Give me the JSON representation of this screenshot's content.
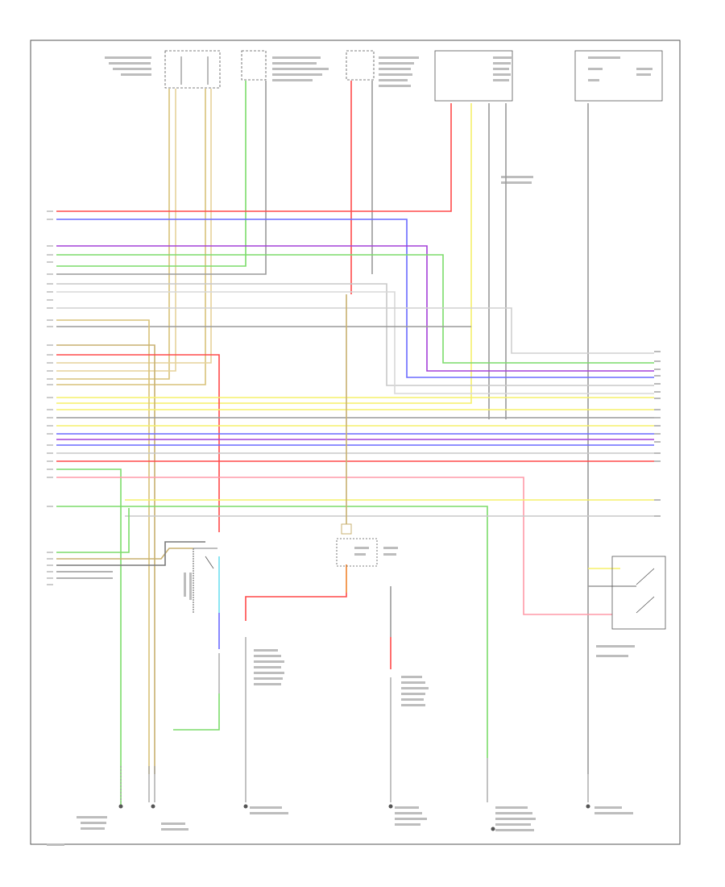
{
  "diagram": {
    "footer_code": "",
    "ground_points": [
      {
        "id": "G101"
      },
      {
        "id": "G102"
      },
      {
        "id": "G201"
      },
      {
        "id": "G202"
      },
      {
        "id": "G301"
      },
      {
        "id": "G302"
      }
    ],
    "wire_colors": {
      "red": "#ff4a4a",
      "blue": "#6a6aff",
      "purple": "#a440d8",
      "green": "#7cdc6a",
      "pink": "#ff9aa8",
      "yellow": "#f5f06a",
      "tan": "#d9c27a",
      "orange": "#f0a04a",
      "cyan": "#70e0f0",
      "gray": "#9a9a9a",
      "lightgray": "#c8c8c8"
    }
  }
}
